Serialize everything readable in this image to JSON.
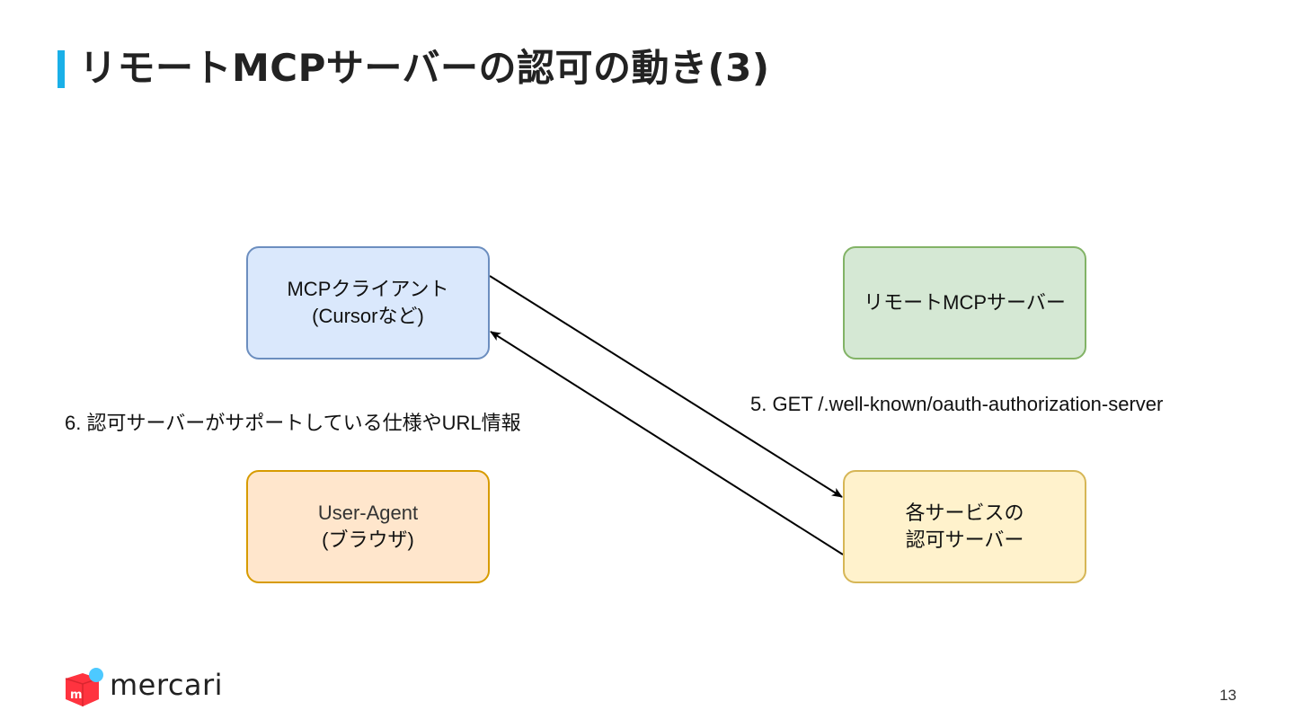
{
  "slide": {
    "title": "リモートMCPサーバーの認可の動き(3)",
    "accent_color": "#1ab0e8",
    "page_number": "13"
  },
  "diagram": {
    "nodes": {
      "mcp_client": {
        "line1": "MCPクライアント",
        "line2": "(Cursorなど)",
        "fill": "#dae8fc",
        "stroke": "#6c8ebf"
      },
      "remote_server": {
        "line1": "リモートMCPサーバー",
        "fill": "#d5e8d4",
        "stroke": "#82b366"
      },
      "user_agent": {
        "line1": "User-Agent",
        "line2": "(ブラウザ)",
        "fill": "#ffe6cc",
        "stroke": "#d79b00"
      },
      "auth_server": {
        "line1": "各サービスの",
        "line2": "認可サーバー",
        "fill": "#fff2cc",
        "stroke": "#d6b656"
      }
    },
    "edges": {
      "request": {
        "label": "5. GET /.well-known/oauth-authorization-server",
        "from": "mcp_client",
        "to": "auth_server"
      },
      "response": {
        "label": "6. 認可サーバーがサポートしている仕様やURL情報",
        "from": "auth_server",
        "to": "mcp_client"
      }
    }
  },
  "footer": {
    "logo_text": "mercari",
    "logo_icon": "mercari-box-icon",
    "logo_colors": {
      "box": "#ff333f",
      "dot": "#4dc9ff"
    }
  }
}
